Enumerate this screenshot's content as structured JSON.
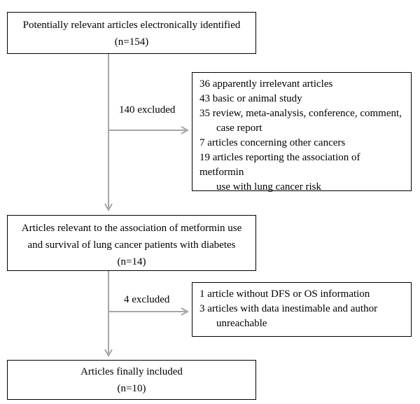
{
  "boxes": {
    "identified": {
      "line1": "Potentially relevant articles electronically identified",
      "line2": "(n=154)"
    },
    "excluded_first": {
      "items": [
        {
          "line1": "36 apparently irrelevant articles",
          "line2": ""
        },
        {
          "line1": "43 basic or animal study",
          "line2": ""
        },
        {
          "line1": "35 review, meta-analysis, conference, comment,",
          "line2": "case report"
        },
        {
          "line1": "7 articles concerning other cancers",
          "line2": ""
        },
        {
          "line1": "19 articles reporting the association of metformin",
          "line2": "use with lung cancer risk"
        }
      ]
    },
    "relevant": {
      "line1": "Articles relevant to the association of metformin use",
      "line2": "and survival of lung cancer patients with diabetes",
      "line3": "(n=14)"
    },
    "excluded_second": {
      "items": [
        {
          "line1": "1 article without DFS or OS information",
          "line2": ""
        },
        {
          "line1": "3 articles with data inestimable and author",
          "line2": "unreachable"
        }
      ]
    },
    "included": {
      "line1": "Articles finally included",
      "line2": "(n=10)"
    }
  },
  "labels": {
    "excluded_140": "140 excluded",
    "excluded_4": "4 excluded"
  },
  "colors": {
    "arrow": "#a6a6a6",
    "border": "#000000"
  }
}
